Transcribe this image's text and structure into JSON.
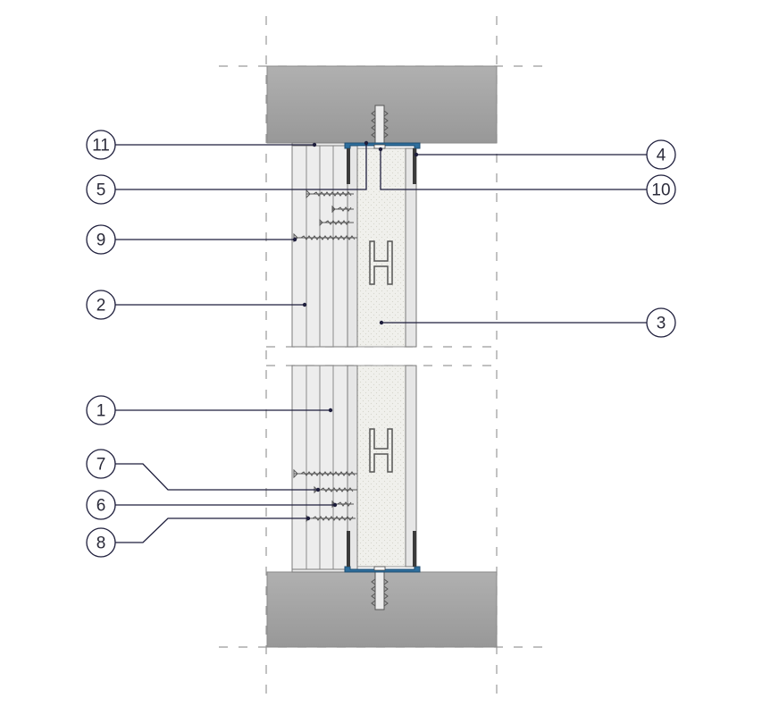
{
  "diagram": {
    "colors": {
      "slab_fill": "#a3a3a3",
      "board_fill": "#ededed",
      "insulation_fill": "#f0f0ec",
      "profile_blue": "#2e6f9e",
      "leader_line": "#1e1e3c",
      "callout_text": "#2b2b3a",
      "dash_line": "#9a9a9a"
    },
    "callouts": [
      {
        "id": "c1",
        "label": "1"
      },
      {
        "id": "c2",
        "label": "2"
      },
      {
        "id": "c3",
        "label": "3"
      },
      {
        "id": "c4",
        "label": "4"
      },
      {
        "id": "c5",
        "label": "5"
      },
      {
        "id": "c6",
        "label": "6"
      },
      {
        "id": "c7",
        "label": "7"
      },
      {
        "id": "c8",
        "label": "8"
      },
      {
        "id": "c9",
        "label": "9"
      },
      {
        "id": "c10",
        "label": "10"
      },
      {
        "id": "c11",
        "label": "11"
      }
    ]
  }
}
